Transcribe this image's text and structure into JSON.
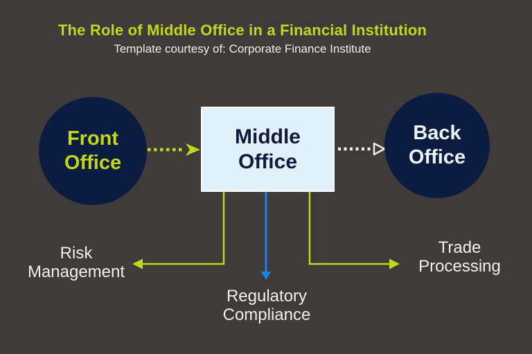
{
  "header": {
    "title": "The Role of Middle Office in a Financial Institution",
    "subtitle": "Template courtesy of: Corporate Finance Institute"
  },
  "nodes": {
    "front_office": {
      "lines": [
        "Front",
        "Office"
      ]
    },
    "middle_office": {
      "lines": [
        "Middle",
        "Office"
      ]
    },
    "back_office": {
      "lines": [
        "Back",
        "Office"
      ]
    }
  },
  "functions": {
    "risk_management": {
      "lines": [
        "Risk",
        "Management"
      ]
    },
    "regulatory_compliance": {
      "lines": [
        "Regulatory",
        "Compliance"
      ]
    },
    "trade_processing": {
      "lines": [
        "Trade",
        "Processing"
      ]
    }
  },
  "edges": [
    {
      "from": "Front Office",
      "to": "Middle Office",
      "style": "dotted-arrow",
      "color": "lime"
    },
    {
      "from": "Middle Office",
      "to": "Back Office",
      "style": "dotted-arrow",
      "color": "white"
    },
    {
      "from": "Middle Office",
      "to": "Risk Management",
      "style": "solid-elbow-arrow",
      "color": "lime"
    },
    {
      "from": "Middle Office",
      "to": "Regulatory Compliance",
      "style": "solid-arrow",
      "color": "blue"
    },
    {
      "from": "Middle Office",
      "to": "Trade Processing",
      "style": "solid-elbow-arrow",
      "color": "lime"
    }
  ],
  "colors": {
    "background": "#3f3b3a",
    "lime": "#c3d617",
    "navy": "#0c1c41",
    "light_box": "#e1f1f9",
    "blue": "#1e82de",
    "text_light": "#f1efed"
  }
}
